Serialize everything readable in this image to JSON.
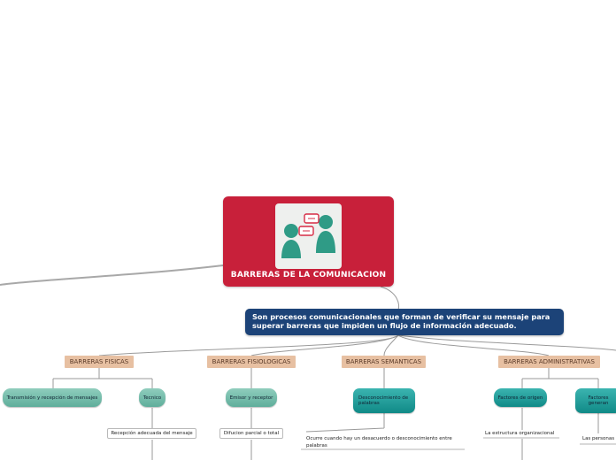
{
  "root": {
    "title": "BARRERAS DE LA COMUNICACION",
    "icon": "people-chat-icon"
  },
  "description": "Son procesos comunicacionales que forman de verificar su mensaje para superar barreras que impiden un flujo de información adecuado.",
  "categories": [
    {
      "label": "BARRERAS FISICAS"
    },
    {
      "label": "BARRERAS FISIOLOGICAS"
    },
    {
      "label": "BARRERAS SEMANTICAS"
    },
    {
      "label": "BARRERAS ADMINISTRATIVAS"
    }
  ],
  "fisicas": {
    "children": [
      "Transmisión y recepción de mensajes",
      "Tecnico"
    ],
    "detail": "Recepción adecuada del mensaje"
  },
  "fisiologicas": {
    "children": [
      "Emisor y receptor"
    ],
    "detail": "Difucion parcial o total"
  },
  "semanticas": {
    "children": [
      "Desconocimiento de palabras"
    ],
    "detail": "Ocurre cuando hay un desacuerdo o desconocimiento entre palabras"
  },
  "administrativas": {
    "children": [
      "Factores de origen",
      "Factores generan"
    ],
    "details": [
      "La estructura organizacional",
      "Las personas"
    ]
  },
  "colors": {
    "root": "#c8203a",
    "description": "#1c4378",
    "category": "#e7c0a2",
    "teal": "#108a87"
  }
}
